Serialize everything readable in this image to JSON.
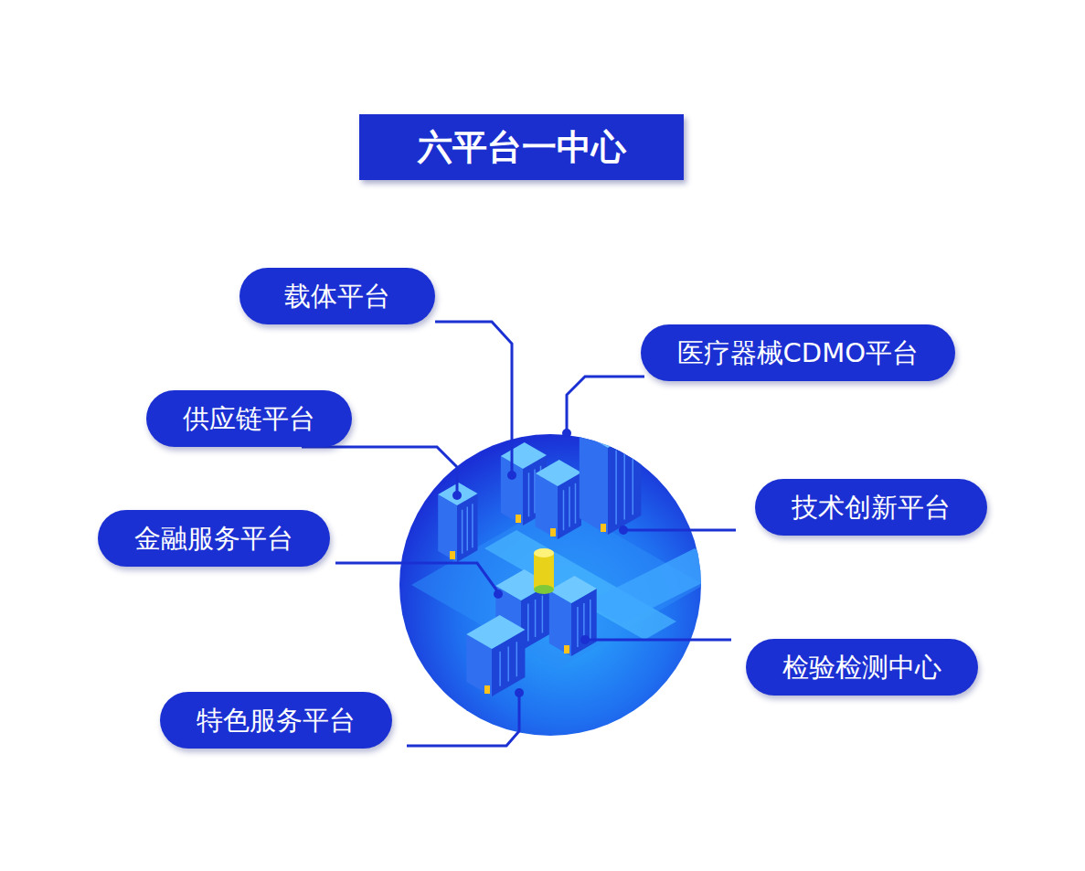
{
  "diagram": {
    "title": "六平台一中心",
    "nodes": [
      {
        "text": [
          "载体平台"
        ]
      },
      {
        "text": [
          "医疗器械CDMO平台"
        ]
      },
      {
        "text": [
          "供应链平台"
        ]
      },
      {
        "text": [
          "技术创新平台"
        ]
      },
      {
        "text": [
          "金融服务平台"
        ]
      },
      {
        "text": [
          "检验检测中心"
        ]
      },
      {
        "text": [
          "特色服务平台"
        ]
      }
    ]
  }
}
